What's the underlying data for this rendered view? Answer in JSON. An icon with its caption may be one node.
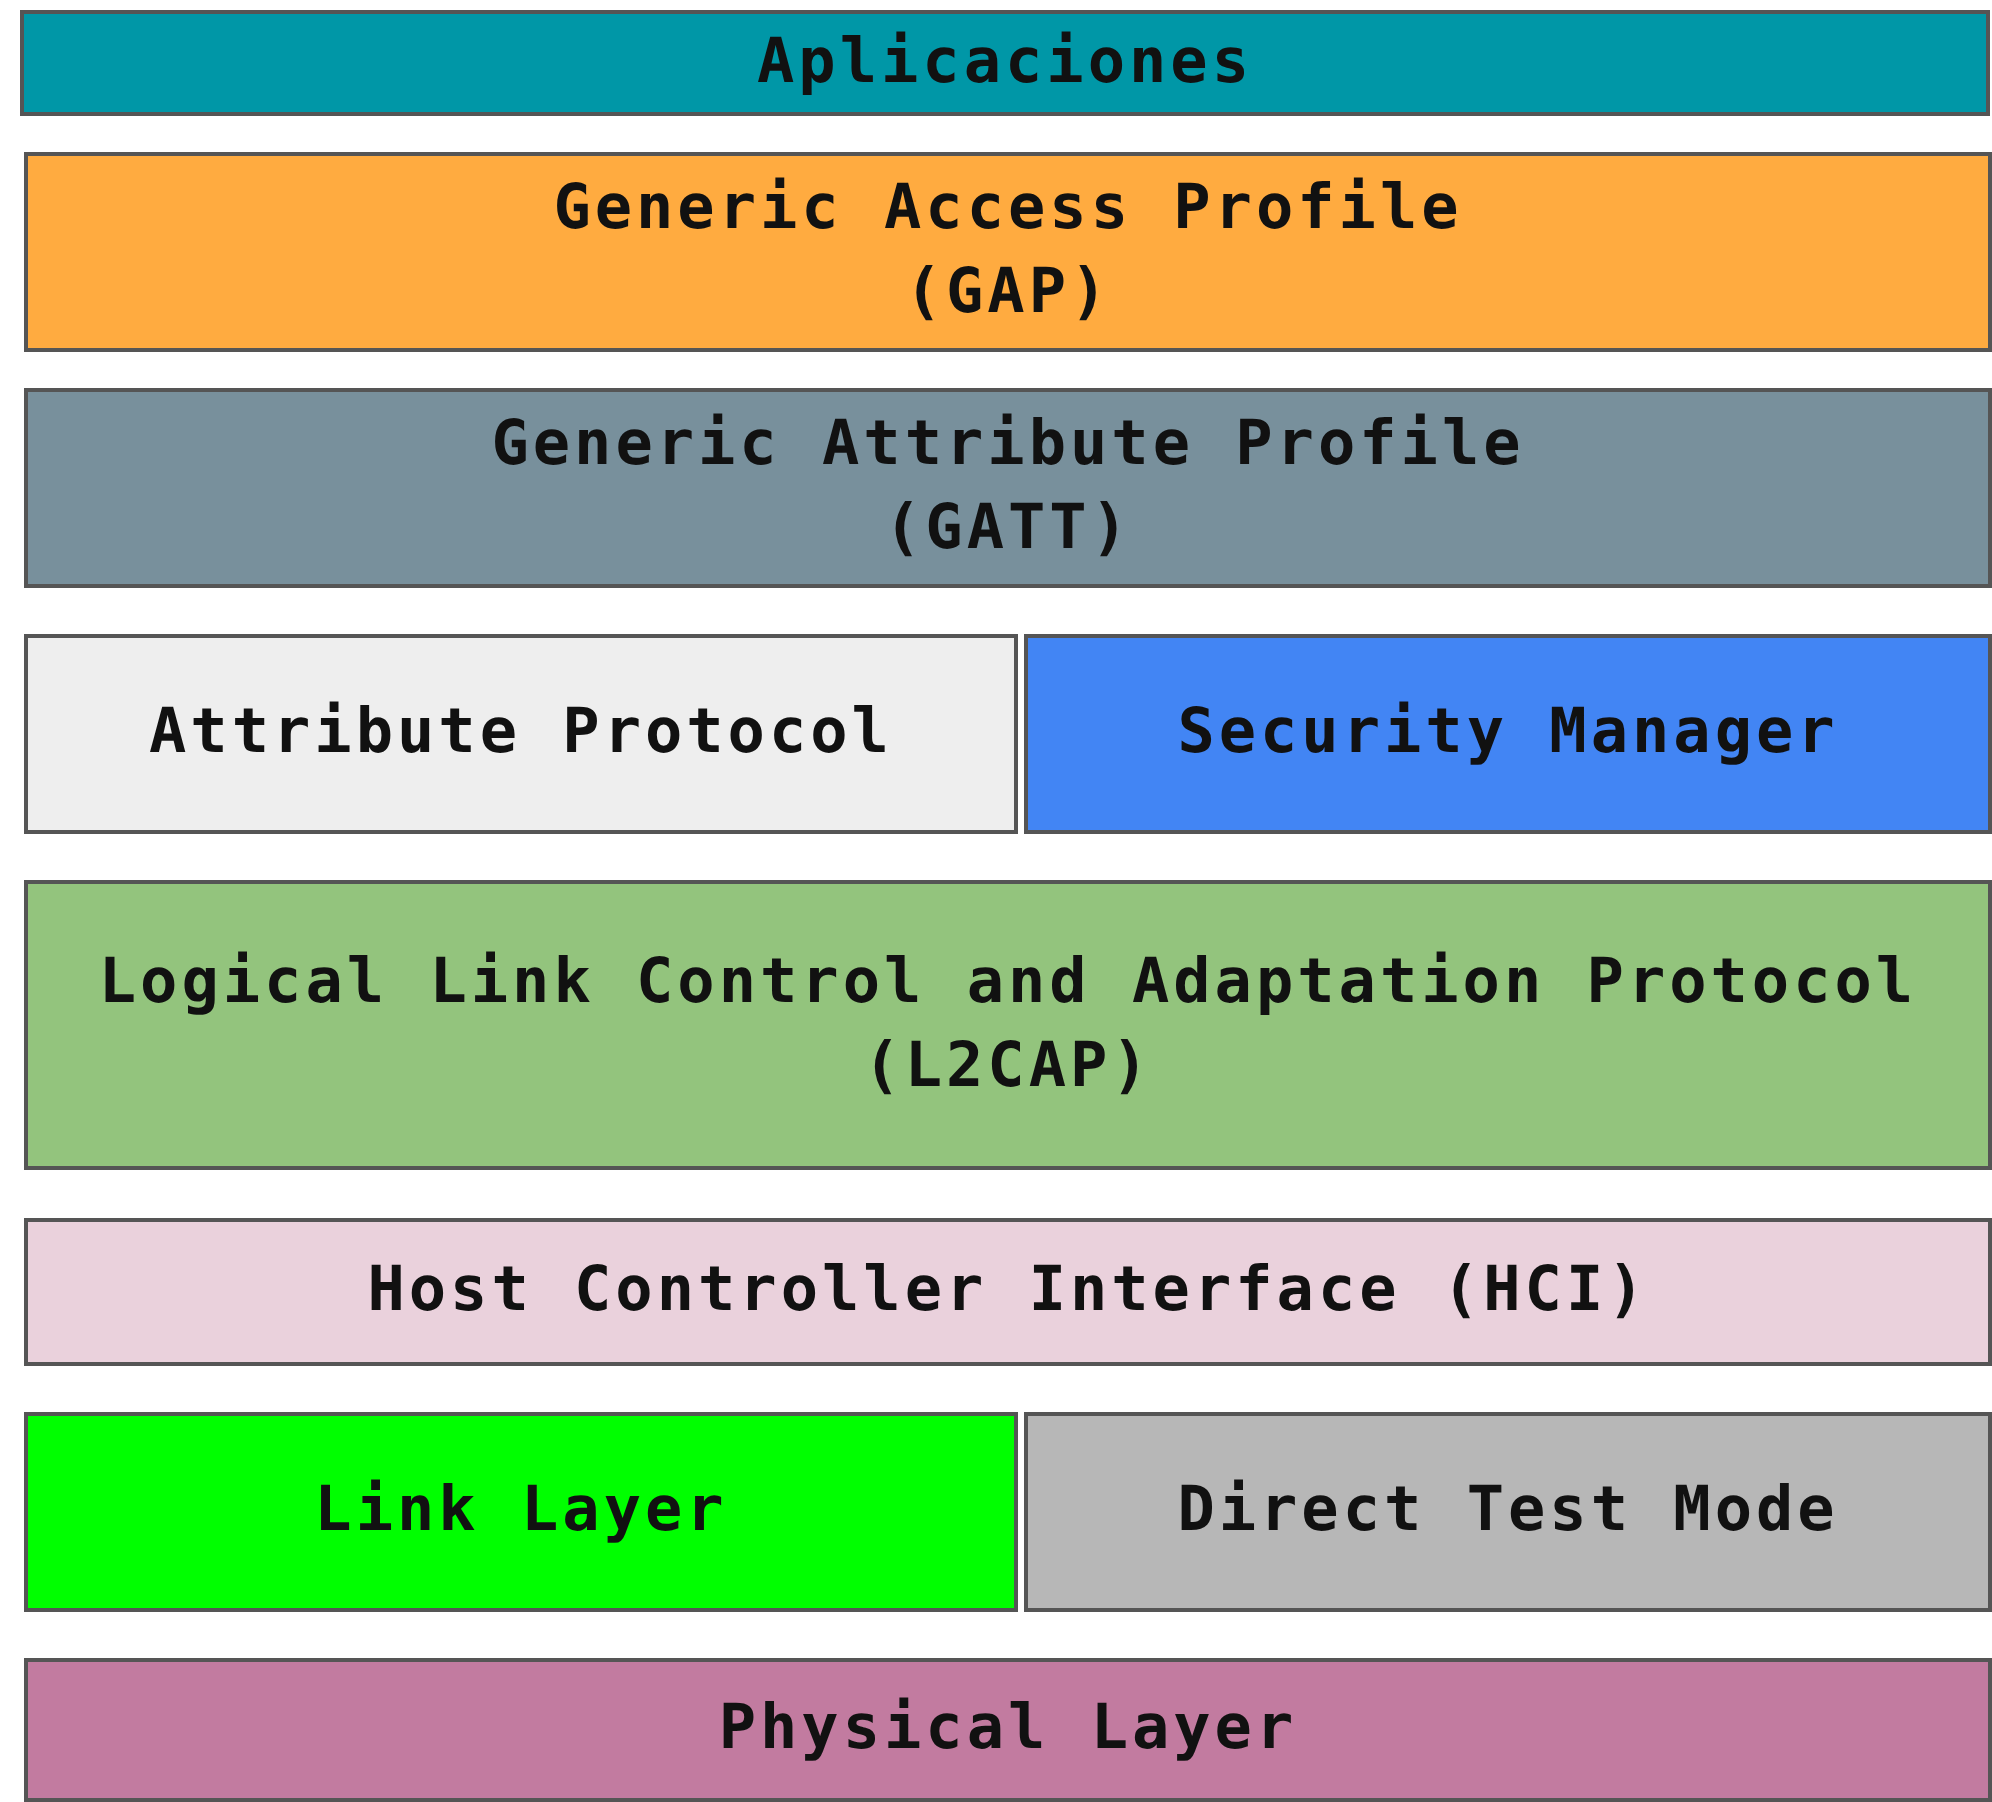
{
  "diagram": {
    "nodes": [
      {
        "text": [
          "Aplicaciones"
        ]
      },
      {
        "text": [
          "Generic Access Profile",
          "(GAP)"
        ]
      },
      {
        "text": [
          "Generic Attribute Profile",
          "(GATT)"
        ]
      },
      {
        "text": [
          "Attribute Protocol"
        ]
      },
      {
        "text": [
          "Security Manager"
        ]
      },
      {
        "text": [
          "Logical Link Control and Adaptation Protocol",
          "(L2CAP)"
        ]
      },
      {
        "text": [
          "Host Controller Interface (HCI)"
        ]
      },
      {
        "text": [
          "Link Layer"
        ]
      },
      {
        "text": [
          "Direct Test Mode"
        ]
      },
      {
        "text": [
          "Physical Layer"
        ]
      }
    ],
    "edges": []
  }
}
